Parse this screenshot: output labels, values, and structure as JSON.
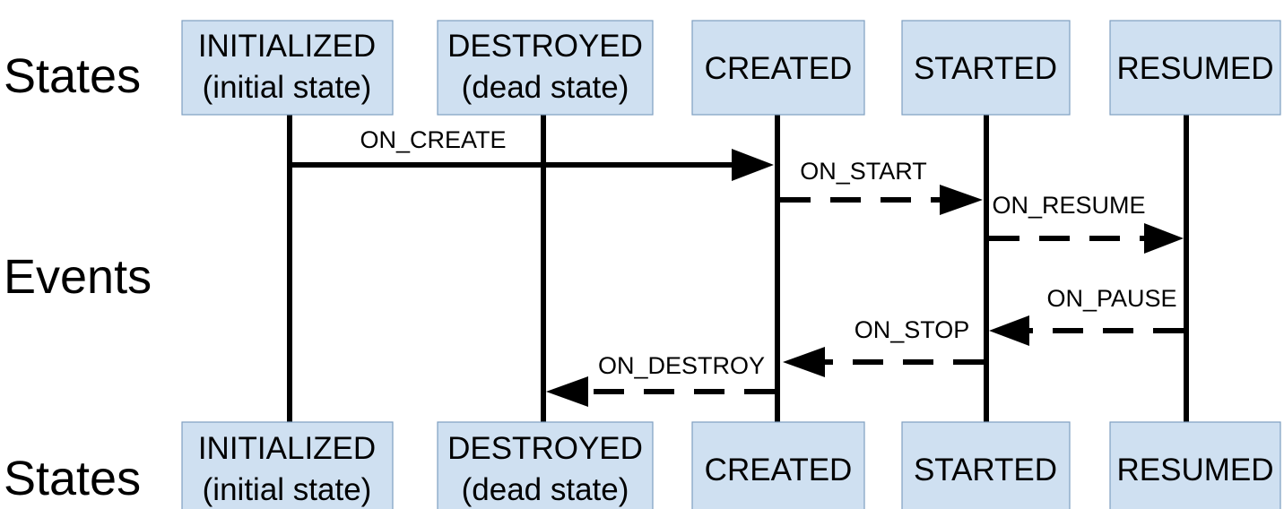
{
  "row_labels": {
    "top": "States",
    "middle": "Events",
    "bottom": "States"
  },
  "states": [
    {
      "id": "initialized",
      "line1": "INITIALIZED",
      "line2": "(initial state)"
    },
    {
      "id": "destroyed",
      "line1": "DESTROYED",
      "line2": "(dead state)"
    },
    {
      "id": "created",
      "line1": "CREATED",
      "line2": ""
    },
    {
      "id": "started",
      "line1": "STARTED",
      "line2": ""
    },
    {
      "id": "resumed",
      "line1": "RESUMED",
      "line2": ""
    }
  ],
  "events": [
    {
      "id": "on-create",
      "label": "ON_CREATE",
      "from": "initialized",
      "to": "created",
      "style": "solid"
    },
    {
      "id": "on-start",
      "label": "ON_START",
      "from": "created",
      "to": "started",
      "style": "dashed"
    },
    {
      "id": "on-resume",
      "label": "ON_RESUME",
      "from": "started",
      "to": "resumed",
      "style": "dashed"
    },
    {
      "id": "on-pause",
      "label": "ON_PAUSE",
      "from": "resumed",
      "to": "started",
      "style": "dashed"
    },
    {
      "id": "on-stop",
      "label": "ON_STOP",
      "from": "started",
      "to": "created",
      "style": "dashed"
    },
    {
      "id": "on-destroy",
      "label": "ON_DESTROY",
      "from": "created",
      "to": "destroyed",
      "style": "dashed"
    }
  ]
}
